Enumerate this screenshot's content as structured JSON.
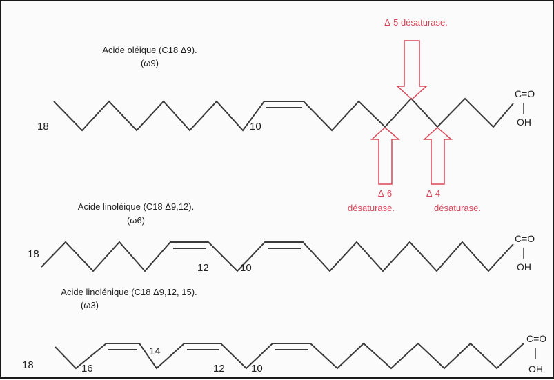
{
  "colors": {
    "line": "#3a3a3a",
    "enzyme": "#d9485a",
    "background": "#fbfbfb"
  },
  "molecules": [
    {
      "id": "oleic",
      "name": "Acide oléique (C18 Δ9).",
      "omega": "(ω9)",
      "c_terminal": "18",
      "double_bond_labels": [
        "10"
      ],
      "carboxyl_top": "C=O",
      "carboxyl_bar": "|",
      "carboxyl_bottom": "OH"
    },
    {
      "id": "linoleic",
      "name": "Acide linoléique (C18 Δ9,12).",
      "omega": "(ω6)",
      "c_terminal": "18",
      "double_bond_labels": [
        "12",
        "10"
      ],
      "carboxyl_top": "C=O",
      "carboxyl_bar": "|",
      "carboxyl_bottom": "OH"
    },
    {
      "id": "linolenic",
      "name": "Acide linolénique (C18 Δ9,12, 15).",
      "omega": "(ω3)",
      "c_terminal": "18",
      "double_bond_labels": [
        "16",
        "14",
        "12",
        "10"
      ],
      "carboxyl_top": "C=O",
      "carboxyl_bar": "|",
      "carboxyl_bottom": "OH"
    }
  ],
  "enzymes": [
    {
      "id": "d5",
      "label": "Δ-5 désaturase."
    },
    {
      "id": "d6",
      "label_line1": "Δ-6",
      "label_line2": "désaturase."
    },
    {
      "id": "d4",
      "label_line1": "Δ-4",
      "label_line2": "désaturase."
    }
  ]
}
